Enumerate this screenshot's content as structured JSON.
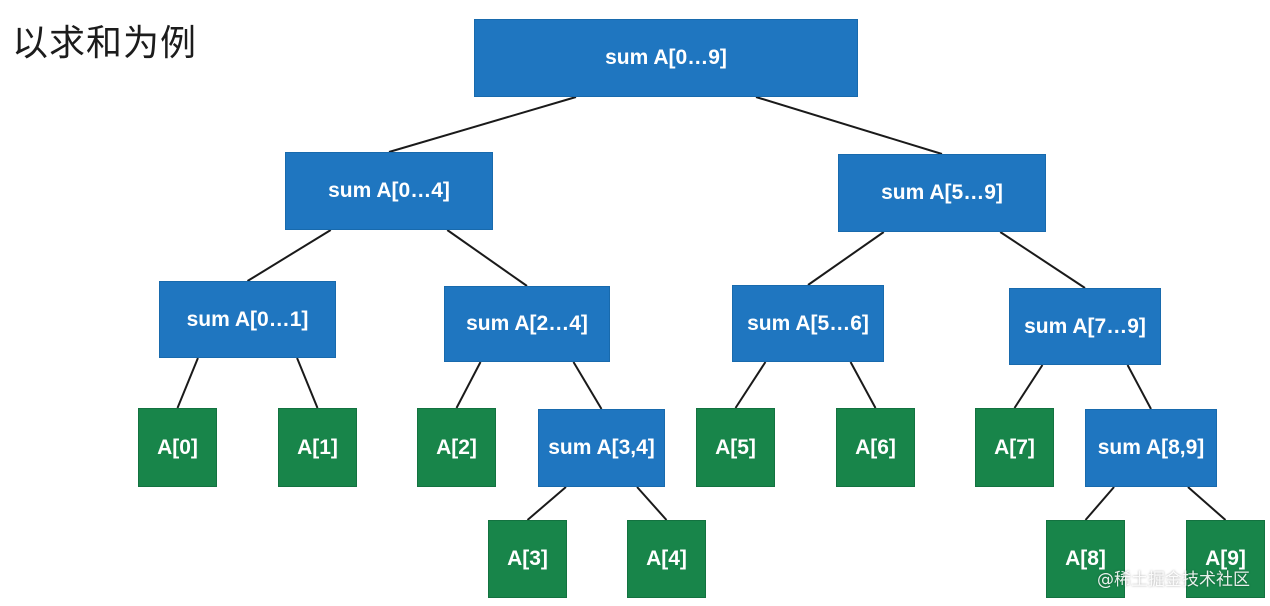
{
  "heading": "以求和为例",
  "watermark": "@稀土掘金技术社区",
  "colors": {
    "internal_node": "#1f76c0",
    "leaf_node": "#18854a",
    "edge": "#1a1a1a"
  },
  "nodes": {
    "root": "sum A[0…9]",
    "l04": "sum A[0…4]",
    "r59": "sum A[5…9]",
    "n01": "sum A[0…1]",
    "n24": "sum A[2…4]",
    "n56": "sum A[5…6]",
    "n79": "sum A[7…9]",
    "a0": "A[0]",
    "a1": "A[1]",
    "a2": "A[2]",
    "n34": "sum A[3,4]",
    "a5": "A[5]",
    "a6": "A[6]",
    "a7": "A[7]",
    "n89": "sum A[8,9]",
    "a3": "A[3]",
    "a4": "A[4]",
    "a8": "A[8]",
    "a9": "A[9]"
  },
  "edges": [
    [
      "root",
      "l04"
    ],
    [
      "root",
      "r59"
    ],
    [
      "l04",
      "n01"
    ],
    [
      "l04",
      "n24"
    ],
    [
      "r59",
      "n56"
    ],
    [
      "r59",
      "n79"
    ],
    [
      "n01",
      "a0"
    ],
    [
      "n01",
      "a1"
    ],
    [
      "n24",
      "a2"
    ],
    [
      "n24",
      "n34"
    ],
    [
      "n56",
      "a5"
    ],
    [
      "n56",
      "a6"
    ],
    [
      "n79",
      "a7"
    ],
    [
      "n79",
      "n89"
    ],
    [
      "n34",
      "a3"
    ],
    [
      "n34",
      "a4"
    ],
    [
      "n89",
      "a8"
    ],
    [
      "n89",
      "a9"
    ]
  ]
}
